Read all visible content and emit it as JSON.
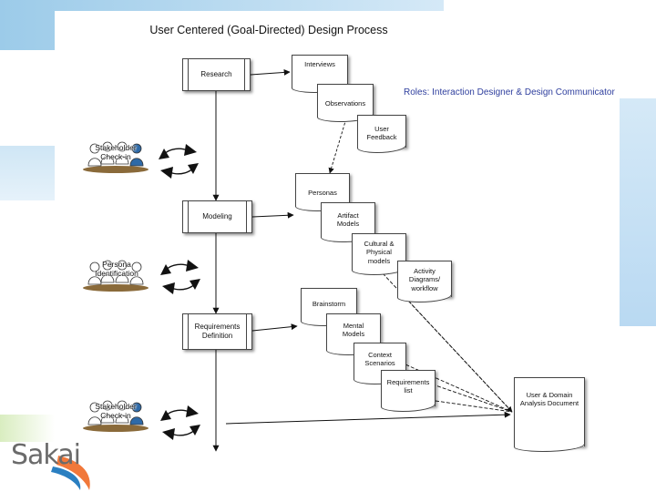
{
  "title": "User Centered (Goal-Directed) Design Process",
  "roles": "Roles:  Interaction Designer & Design Communicator",
  "phases": {
    "research": "Research",
    "modeling": "Modeling",
    "requirements": "Requirements Definition"
  },
  "research_docs": {
    "interviews": "Interviews",
    "observations": "Observations",
    "user_feedback": "User Feedback"
  },
  "modeling_docs": {
    "personas": "Personas",
    "artifact_models": "Artifact Models",
    "cultural_models": "Cultural & Physical models",
    "activity_diagrams": "Activity Diagrams/ workflow"
  },
  "requirements_docs": {
    "brainstorm": "Brainstorm",
    "mental_models": "Mental Models",
    "context_scenarios": "Context Scenarios",
    "requirements_list": "Requirements list"
  },
  "output_doc": "User & Domain Analysis Document",
  "groups": {
    "stakeholder_1": "Stakeholder Check-in",
    "persona": "Persona Identification",
    "stakeholder_2": "Stakeholder Check-in"
  },
  "logo": "Sakai",
  "colors": {
    "band_blue": "#b9d9f2",
    "band_green": "#d9edc0",
    "roles_text": "#2f3f9e",
    "logo_orange": "#f1783a",
    "logo_blue": "#2a7fc1",
    "person_brown": "#8a6a3a",
    "person_blue": "#2e6aa8"
  },
  "icons": [
    "person-icon",
    "cycle-arrows-icon",
    "logo-icon"
  ]
}
